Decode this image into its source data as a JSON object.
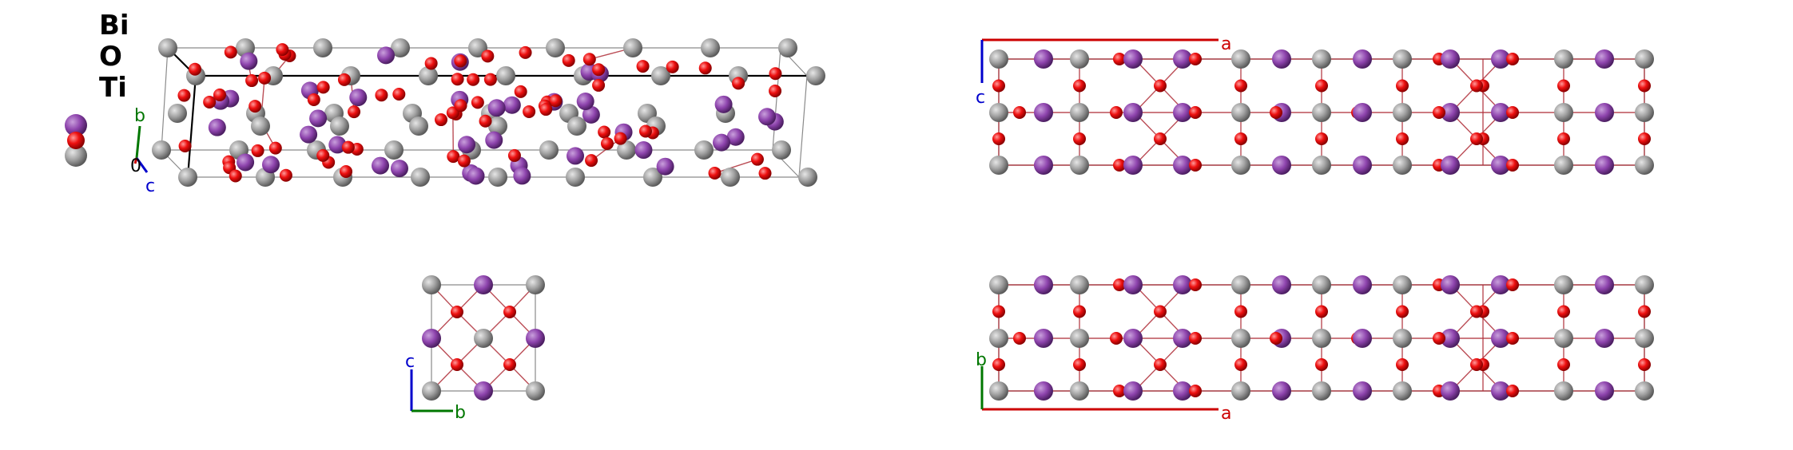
{
  "legend": {
    "elements": [
      {
        "symbol": "Bi",
        "color": "#8e44ad"
      },
      {
        "symbol": "O",
        "color": "#e8000b"
      },
      {
        "symbol": "Ti",
        "color": "#999999"
      }
    ]
  },
  "colors": {
    "Bi": "#8e44ad",
    "O": "#e8000b",
    "Ti": "#9a9a9a",
    "bond": "#b0303a",
    "cell": "#8a8a8a",
    "axis_a": "#cc0000",
    "axis_b": "#007700",
    "axis_c": "#0000cc"
  },
  "views": {
    "perspective": {
      "axis_labels": {
        "b": "b",
        "c": "c",
        "origin": "0"
      }
    },
    "along_a": {
      "axis_labels": {
        "c": "c",
        "b": "b"
      }
    },
    "along_b": {
      "axis_labels": {
        "a": "a",
        "c": "c"
      }
    },
    "along_c": {
      "axis_labels": {
        "a": "a",
        "b": "b"
      }
    }
  }
}
